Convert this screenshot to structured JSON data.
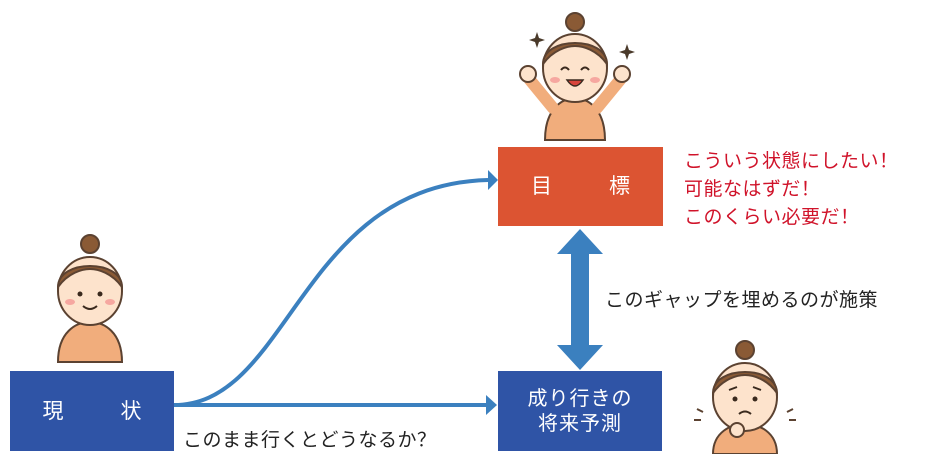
{
  "boxes": {
    "goal": "目　標",
    "current": "現　状",
    "forecast_line1": "成り行きの",
    "forecast_line2": "将来予測"
  },
  "goal_notes": [
    "こういう状態にしたい！",
    "可能なはずだ！",
    "このくらい必要だ！"
  ],
  "gap_label": "このギャップを埋めるのが施策",
  "path_label": "このまま行くとどうなるか？",
  "colors": {
    "goal_box": "#dc5432",
    "blue_box": "#2f54a6",
    "arrow": "#3b80bf",
    "note_text": "#d0132a"
  },
  "figures": [
    {
      "name": "happy-woman-figure",
      "mood": "cheering"
    },
    {
      "name": "neutral-woman-figure",
      "mood": "smiling"
    },
    {
      "name": "worried-woman-figure",
      "mood": "worried"
    }
  ]
}
